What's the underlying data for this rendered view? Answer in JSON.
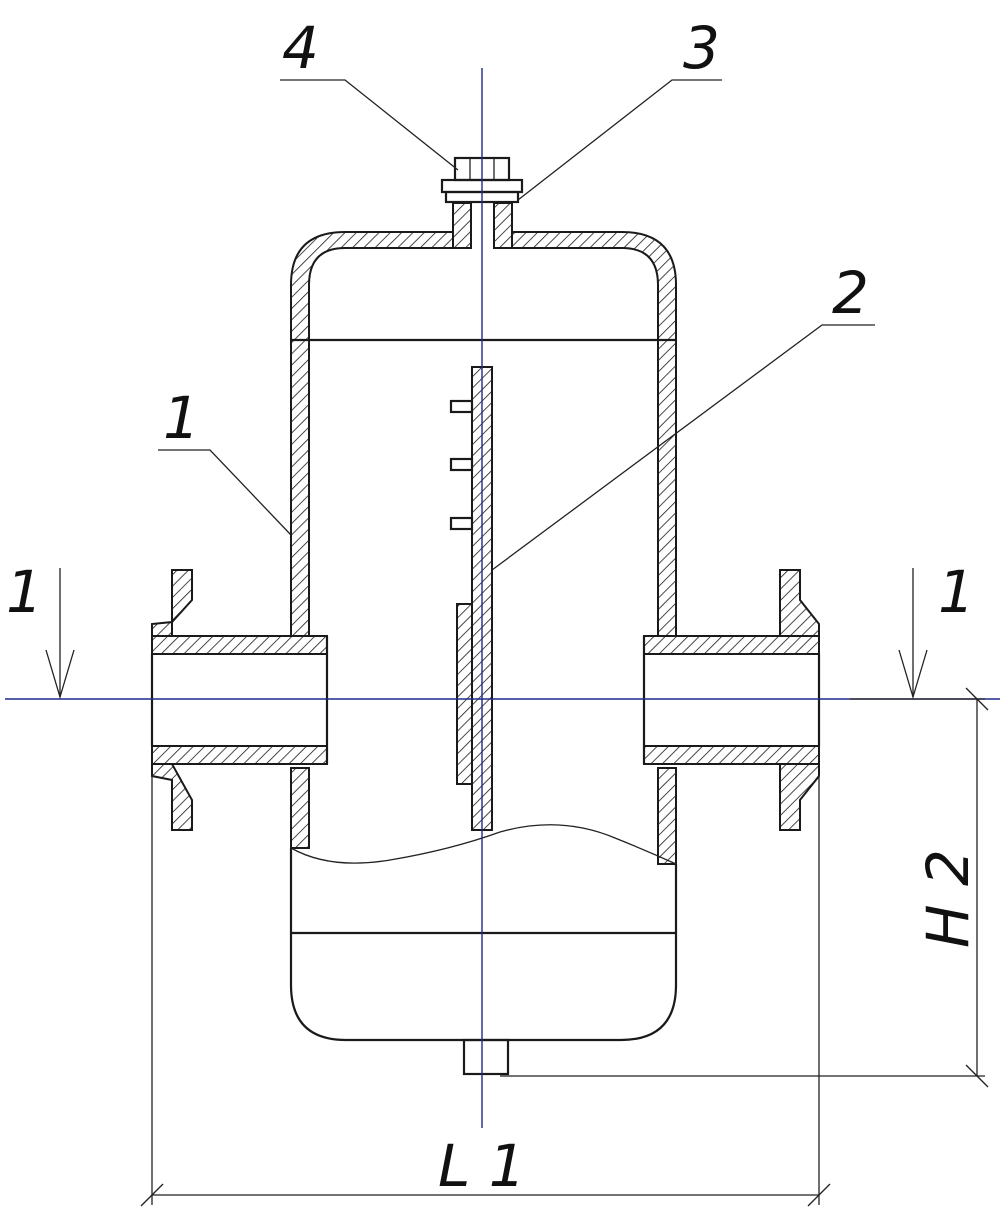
{
  "labels": {
    "callout_1_left": "1",
    "callout_2": "2",
    "callout_3": "3",
    "callout_4": "4",
    "section_left": "1",
    "section_right": "1",
    "dim_height": "H 2",
    "dim_length": "L 1"
  },
  "colors": {
    "outline": "#1a1a1a",
    "axis": "#1f2a8a",
    "background": "#ffffff"
  }
}
